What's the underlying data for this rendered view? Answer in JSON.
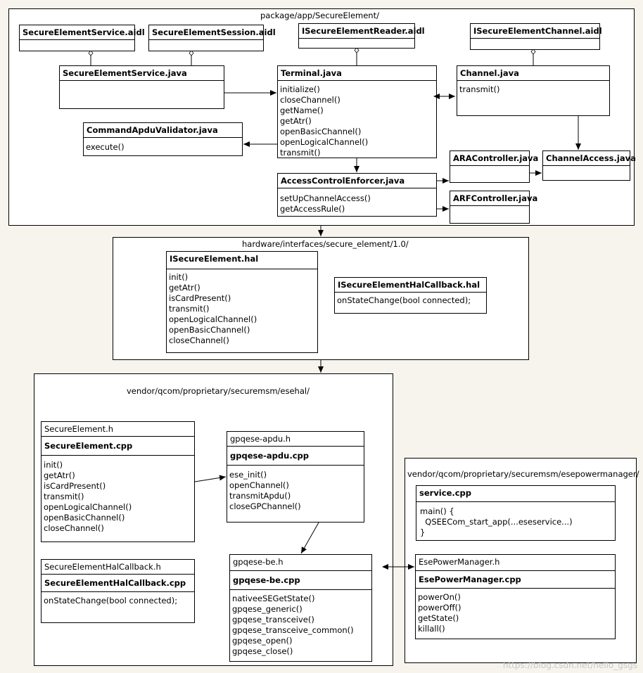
{
  "packages": {
    "app": "package/app/SecureElement/",
    "hal": "hardware/interfaces/secure_element/1.0/",
    "esehal": "vendor/qcom/proprietary/securemsm/esehal/",
    "power": "vendor/qcom/proprietary/securemsm/esepowermanager/"
  },
  "boxes": {
    "se_service_aidl": {
      "title": "SecureElementService.aidl"
    },
    "se_session_aidl": {
      "title": "SecureElementSession.aidl"
    },
    "reader_aidl": {
      "title": "ISecureElementReader.aidl"
    },
    "channel_aidl": {
      "title": "ISecureElementChannel.aidl"
    },
    "se_service_java": {
      "title": "SecureElementService.java"
    },
    "terminal_java": {
      "title": "Terminal.java",
      "methods": [
        "initialize()",
        "closeChannel()",
        "getName()",
        "getAtr()",
        "openBasicChannel()",
        "openLogicalChannel()",
        "transmit()"
      ]
    },
    "channel_java": {
      "title": "Channel.java",
      "methods": [
        "transmit()"
      ]
    },
    "apdu_validator": {
      "title": "CommandApduValidator.java",
      "methods": [
        "execute()"
      ]
    },
    "ara_controller": {
      "title": "ARAController.java"
    },
    "channel_access": {
      "title": "ChannelAccess.java"
    },
    "ace": {
      "title": "AccessControlEnforcer.java",
      "methods": [
        "setUpChannelAccess()",
        "getAccessRule()"
      ]
    },
    "arf_controller": {
      "title": "ARFController.java"
    },
    "ise_hal": {
      "title": "ISecureElement.hal",
      "methods": [
        "init()",
        "getAtr()",
        "isCardPresent()",
        "transmit()",
        "openLogicalChannel()",
        "openBasicChannel()",
        "closeChannel()"
      ]
    },
    "ise_cb_hal": {
      "title": "ISecureElementHalCallback.hal",
      "methods": [
        "onStateChange(bool connected);"
      ]
    },
    "se_cpp": {
      "header": "SecureElement.h",
      "title": "SecureElement.cpp",
      "methods": [
        "init()",
        "getAtr()",
        "isCardPresent()",
        "transmit()",
        "openLogicalChannel()",
        "openBasicChannel()",
        "closeChannel()"
      ]
    },
    "se_cb_cpp": {
      "header": "SecureElementHalCallback.h",
      "title": "SecureElementHalCallback.cpp",
      "methods": [
        "onStateChange(bool connected);"
      ]
    },
    "apdu_cpp": {
      "header": "gpqese-apdu.h",
      "title": "gpqese-apdu.cpp",
      "methods": [
        "ese_init()",
        "openChannel()",
        "transmitApdu()",
        "closeGPChannel()"
      ]
    },
    "be_cpp": {
      "header": "gpqese-be.h",
      "title": "gpqese-be.cpp",
      "methods": [
        "nativeeSEGetState()",
        "gpqese_generic()",
        "gpqese_transceive()",
        "gpqese_transceive_common()",
        "gpqese_open()",
        "gpqese_close()"
      ]
    },
    "service_cpp": {
      "title": "service.cpp",
      "methods": [
        "main() {",
        "  QSEECom_start_app(...eseservice...)",
        "}"
      ]
    },
    "power_cpp": {
      "header": "EsePowerManager.h",
      "title": "EsePowerManager.cpp",
      "methods": [
        "powerOn()",
        "powerOff()",
        "getState()",
        "killall()"
      ]
    }
  },
  "watermark": "https://blog.csdn.net/hello_gsgs"
}
